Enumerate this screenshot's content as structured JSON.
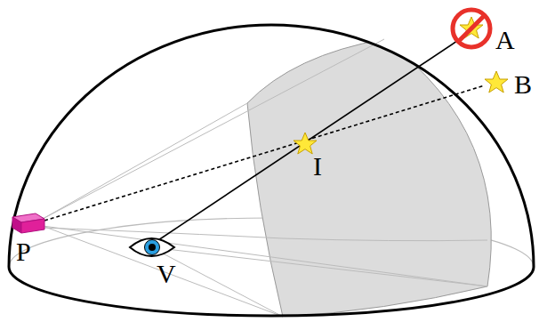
{
  "diagram": {
    "labels": [
      "A",
      "B",
      "I",
      "P",
      "V"
    ]
  }
}
